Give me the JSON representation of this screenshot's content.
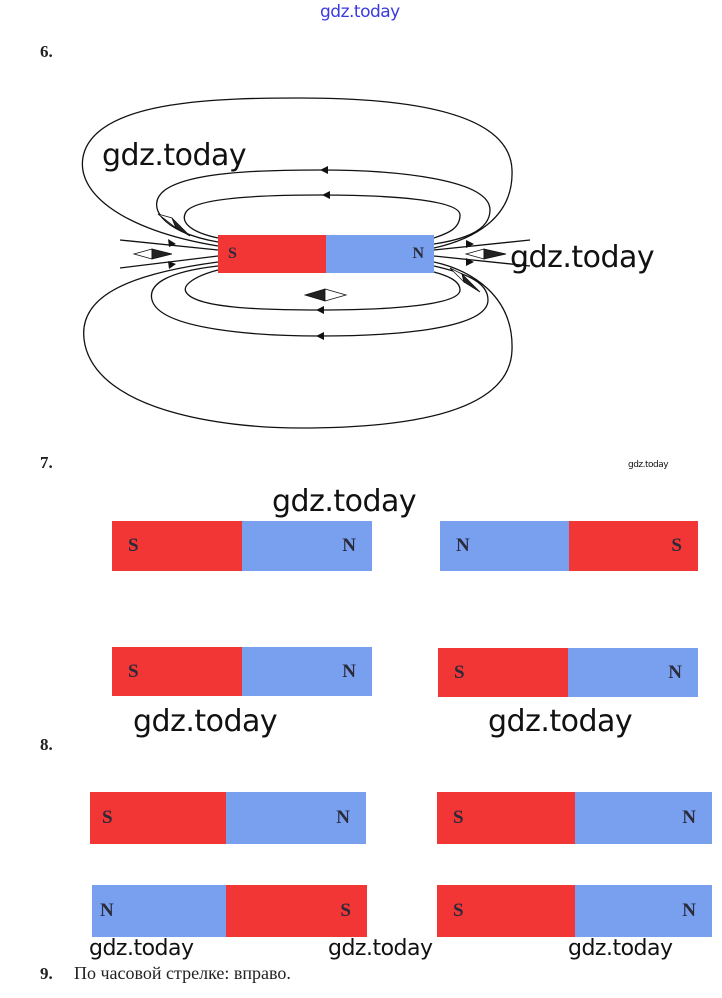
{
  "watermark": "gdz.today",
  "questions": {
    "q6": {
      "number": "6.",
      "magnet": {
        "left": "S",
        "right": "N"
      }
    },
    "q7": {
      "number": "7.",
      "magnets": [
        {
          "left": "S",
          "right": "N"
        },
        {
          "left": "N",
          "right": "S"
        },
        {
          "left": "S",
          "right": "N"
        },
        {
          "left": "S",
          "right": "N"
        }
      ]
    },
    "q8": {
      "number": "8.",
      "magnets": [
        {
          "left": "S",
          "right": "N"
        },
        {
          "left": "S",
          "right": "N"
        },
        {
          "left": "N",
          "right": "S"
        },
        {
          "left": "S",
          "right": "N"
        }
      ]
    },
    "q9": {
      "number": "9.",
      "answer": "По часовой стрелке: вправо."
    }
  },
  "colors": {
    "south": "#f23535",
    "north": "#78a0ef",
    "watermark_top": "#3a3ae0"
  }
}
